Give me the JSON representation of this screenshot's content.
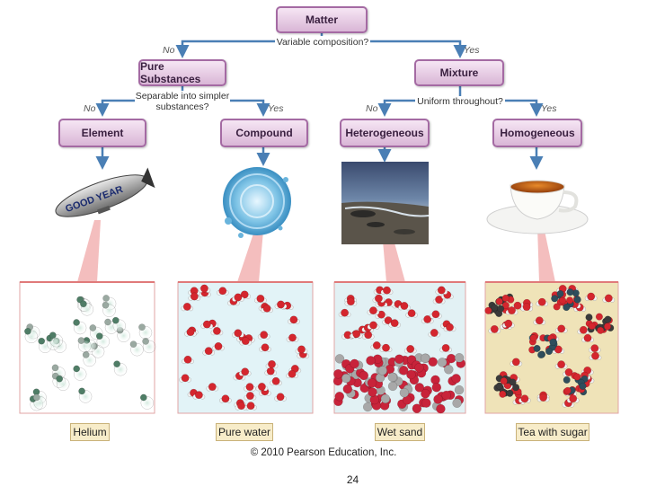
{
  "nodes": {
    "matter": "Matter",
    "pure": "Pure Substances",
    "mixture": "Mixture",
    "element": "Element",
    "compound": "Compound",
    "heterogeneous": "Heterogeneous",
    "homogeneous": "Homogeneous"
  },
  "questions": {
    "q1": "Variable composition?",
    "q2_line1": "Separable into simpler",
    "q2_line2": "substances?",
    "q3": "Uniform throughout?"
  },
  "answers": {
    "no": "No",
    "yes": "Yes"
  },
  "examples": {
    "helium": "Helium",
    "water": "Pure water",
    "sand": "Wet sand",
    "tea": "Tea with sugar"
  },
  "blimp_text": "GOOD YEAR",
  "credit": "© 2010 Pearson Education, Inc.",
  "page_number": "24",
  "colors": {
    "arrow": "#4a7fb5",
    "box_border": "#a46aa3",
    "zoom_cone": "#f2b3b3",
    "label_bg": "#f7ecc9"
  }
}
